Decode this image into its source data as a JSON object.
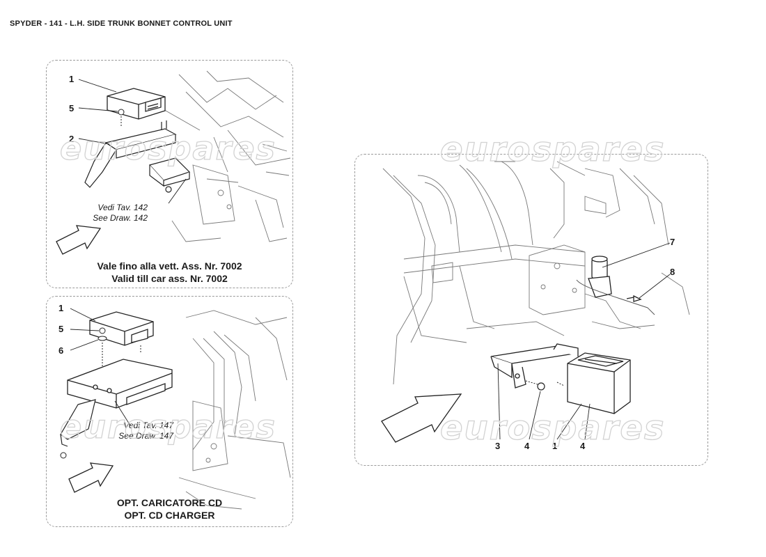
{
  "title": "SPYDER - 141 - L.H. SIDE TRUNK BONNET CONTROL UNIT",
  "watermark": "eurospares",
  "panels": {
    "top_left": {
      "callouts": [
        "1",
        "5",
        "2"
      ],
      "reference": [
        "Vedi Tav. 142",
        "See Draw. 142"
      ],
      "caption": [
        "Vale fino alla vett. Ass. Nr. 7002",
        "Valid till car ass. Nr. 7002"
      ]
    },
    "bottom_left": {
      "callouts": [
        "1",
        "5",
        "6"
      ],
      "reference": [
        "Vedi Tav. 147",
        "See Draw. 147"
      ],
      "caption": [
        "OPT. CARICATORE CD",
        "OPT. CD CHARGER"
      ]
    },
    "main": {
      "callouts_right": [
        "7",
        "8"
      ],
      "callouts_bottom": [
        "3",
        "4",
        "1",
        "4"
      ]
    }
  }
}
